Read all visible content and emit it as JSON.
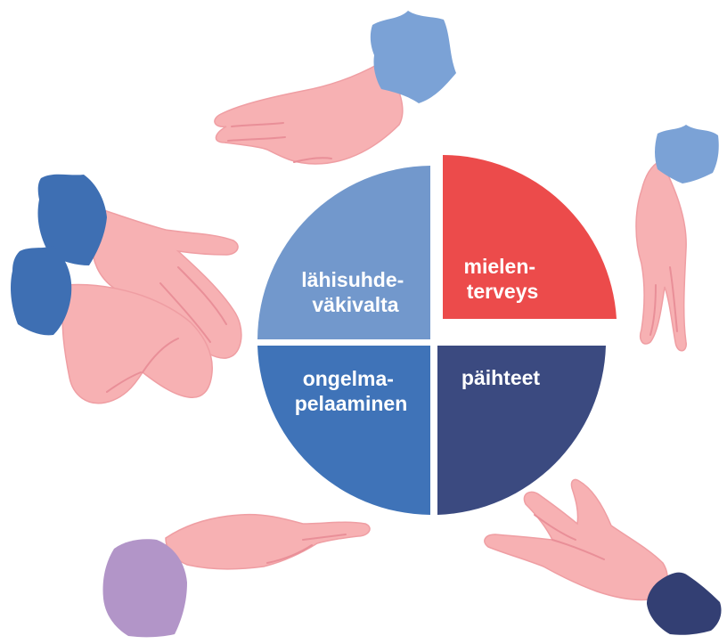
{
  "quadrants": [
    {
      "id": "top-left",
      "lines": [
        "lähisuhde-",
        "väkivalta"
      ],
      "color": "#7298cc"
    },
    {
      "id": "top-right",
      "lines": [
        "mielen-",
        "terveys"
      ],
      "color": "#ec4b4b"
    },
    {
      "id": "bottom-left",
      "lines": [
        "ongelma-",
        "pelaaminen"
      ],
      "color": "#3f73b8"
    },
    {
      "id": "bottom-right",
      "lines": [
        "päihteet"
      ],
      "color": "#3b4a80"
    }
  ],
  "hands": [
    {
      "id": "top",
      "cuff_color": "#7ba2d6"
    },
    {
      "id": "right",
      "cuff_color": "#7ba2d6"
    },
    {
      "id": "left-upper",
      "cuff_color": "#3e6fb3"
    },
    {
      "id": "left-lower",
      "cuff_color": "#3e6fb3"
    },
    {
      "id": "bottom-left",
      "cuff_color": "#b295c8"
    },
    {
      "id": "bottom-right",
      "cuff_color": "#333f73"
    }
  ],
  "colors": {
    "skin": "#f7b1b3",
    "skin_shade": "#ef9ea3",
    "skin_line": "#e98f98"
  }
}
